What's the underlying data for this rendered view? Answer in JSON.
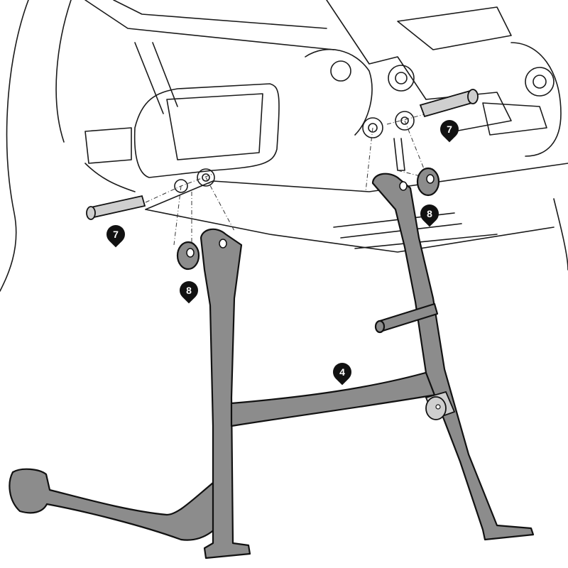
{
  "diagram": {
    "type": "exploded assembly illustration",
    "part_fill_color": "#8c8c8c",
    "outline_color": "#111111",
    "callouts": [
      {
        "id": "bolt-left",
        "label": "7"
      },
      {
        "id": "bolt-right",
        "label": "7"
      },
      {
        "id": "bushing-right",
        "label": "8"
      },
      {
        "id": "bushing-left",
        "label": "8"
      },
      {
        "id": "center-stand",
        "label": "4"
      }
    ]
  }
}
